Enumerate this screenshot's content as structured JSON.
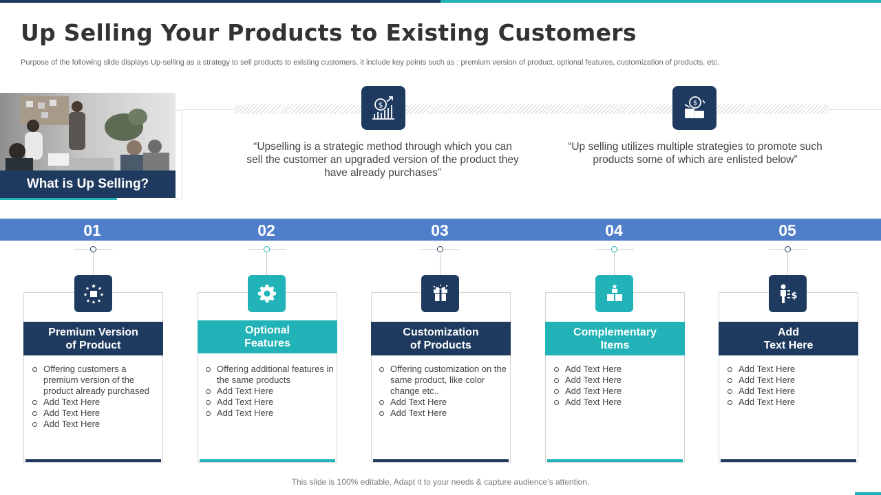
{
  "slide": {
    "title": "Up Selling Your Products to Existing Customers",
    "subtitle": "Purpose of the following slide displays Up-selling as a strategy to sell products to existing customers, it include key points such as : premium version of product, optional features, customization of products, etc.",
    "footer": "This slide is 100% editable. Adapt it to your needs & capture audience’s attention."
  },
  "intro": {
    "label": "What is Up Selling?",
    "quotes": [
      {
        "icon": "money-growth-icon",
        "text": "“Upselling is a strategic method through which you can sell the customer an upgraded version of the product they have already purchases”"
      },
      {
        "icon": "product-box-icon",
        "text": "“Up selling utilizes multiple strategies to promote such products some of which are enlisted below”"
      }
    ]
  },
  "steps": [
    {
      "number": "01",
      "icon": "premium-star-box-icon",
      "heading": "Premium Version\nof Product",
      "points": [
        "Offering customers a premium version  of the product already purchased",
        "Add Text Here",
        "Add Text Here",
        "Add Text Here"
      ]
    },
    {
      "number": "02",
      "icon": "gear-icon",
      "heading": "Optional\nFeatures",
      "points": [
        "Offering additional features in the same products",
        "Add Text Here",
        "Add Text Here",
        "Add Text Here"
      ]
    },
    {
      "number": "03",
      "icon": "gift-box-icon",
      "heading": "Customization\nof Products",
      "points": [
        "Offering customization on the same product,  like color change etc..",
        "Add Text Here",
        "Add Text Here"
      ]
    },
    {
      "number": "04",
      "icon": "box-bundle-icon",
      "heading": "Complementary\nItems",
      "points": [
        "Add Text Here",
        "Add Text Here",
        "Add Text Here",
        "Add Text Here"
      ]
    },
    {
      "number": "05",
      "icon": "person-dollar-icon",
      "heading": "Add\nText Here",
      "points": [
        "Add Text Here",
        "Add Text Here",
        "Add Text Here",
        "Add Text Here"
      ]
    }
  ],
  "colors": {
    "navy": "#1e3a5f",
    "teal": "#21b3b8",
    "band": "#4f7ecb"
  }
}
